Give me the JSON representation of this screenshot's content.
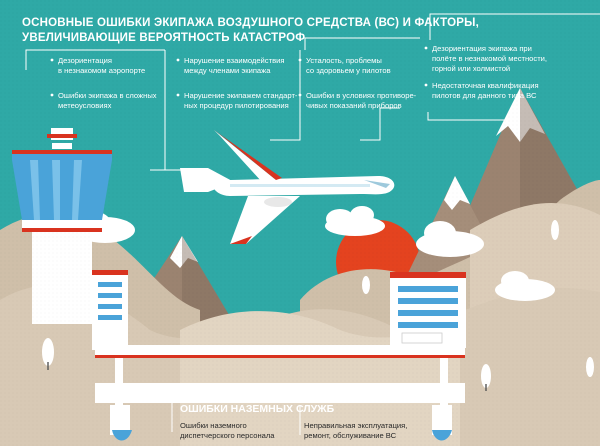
{
  "title": {
    "line1": "ОСНОВНЫЕ ОШИБКИ ЭКИПАЖА ВОЗДУШНОГО СРЕДСТВА (ВС) И ФАКТОРЫ,",
    "line2": "УВЕЛИЧИВАЮЩИЕ ВЕРОЯТНОСТЬ КАТАСТРОФ"
  },
  "crew_errors": [
    {
      "line1": "Дезориентация",
      "line2": "в незнакомом аэропорте"
    },
    {
      "line1": "Ошибки экипажа в сложных",
      "line2": "метеоусловиях"
    },
    {
      "line1": "Нарушение взаимодействия",
      "line2": "между членами экипажа"
    },
    {
      "line1": "Нарушение экипажем стандарт-",
      "line2": "ных процедур пилотирования"
    },
    {
      "line1": "Усталость, проблемы",
      "line2": "со здоровьем у пилотов"
    },
    {
      "line1": "Ошибки в условиях противоре-",
      "line2": "чивых показаний приборов"
    },
    {
      "line1": "Дезориентация экипажа при",
      "line2": "полёте в незнакомой местности,",
      "line3": "горной или холмистой"
    },
    {
      "line1": "Недостаточная квалификация",
      "line2": "пилотов для данного типа ВС"
    }
  ],
  "ground_section": {
    "title": "ОШИБКИ НАЗЕМНЫХ СЛУЖБ",
    "items": [
      {
        "line1": "Ошибки наземного",
        "line2": "диспетчерского персонала"
      },
      {
        "line1": "Неправильная эксплуатация,",
        "line2": "ремонт, обслуживание ВС"
      }
    ]
  },
  "colors": {
    "sky": "#2fa9a6",
    "hill": "#d8c9b5",
    "mountain": "#9b8370",
    "sun": "#e4431f",
    "accent_red": "#d9331f",
    "tower_blue": "#4aa3d9",
    "white": "#ffffff"
  },
  "icons": [
    "plane-icon",
    "control-tower-icon",
    "terminal-building-icon",
    "mountain-icon",
    "cloud-icon",
    "sun-icon",
    "tree-icon",
    "bridge-icon"
  ]
}
